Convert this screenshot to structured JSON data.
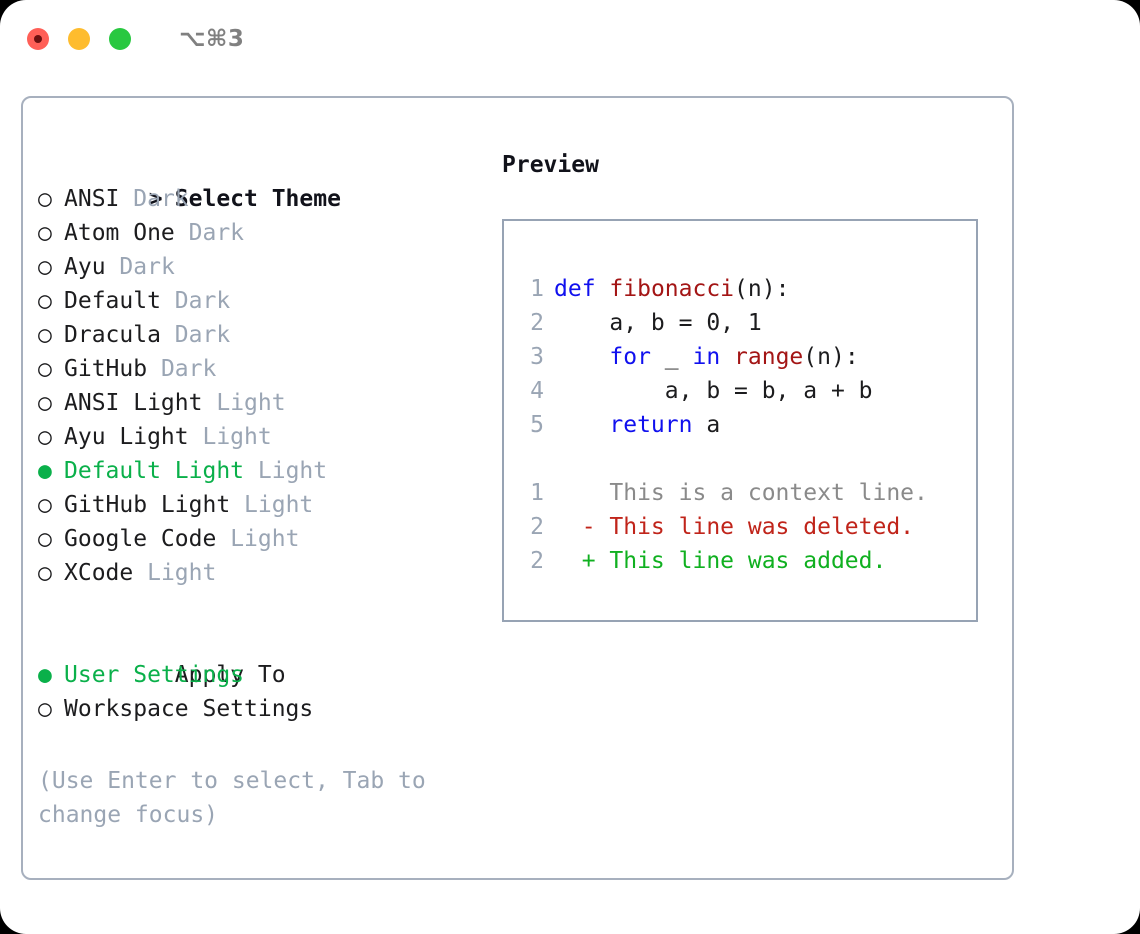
{
  "window": {
    "title": "⌥⌘3",
    "traffic_lights": [
      {
        "name": "close",
        "color": "#ff5f57"
      },
      {
        "name": "minimize",
        "color": "#febc2e"
      },
      {
        "name": "maximize",
        "color": "#28c840"
      }
    ]
  },
  "theme_picker": {
    "header_marker": ">",
    "header": "Select Theme",
    "items": [
      {
        "marker": "○",
        "name": "ANSI",
        "variant": "Dark",
        "selected": false
      },
      {
        "marker": "○",
        "name": "Atom One",
        "variant": "Dark",
        "selected": false
      },
      {
        "marker": "○",
        "name": "Ayu",
        "variant": "Dark",
        "selected": false
      },
      {
        "marker": "○",
        "name": "Default",
        "variant": "Dark",
        "selected": false
      },
      {
        "marker": "○",
        "name": "Dracula",
        "variant": "Dark",
        "selected": false
      },
      {
        "marker": "○",
        "name": "GitHub",
        "variant": "Dark",
        "selected": false
      },
      {
        "marker": "○",
        "name": "ANSI Light",
        "variant": "Light",
        "selected": false
      },
      {
        "marker": "○",
        "name": "Ayu Light",
        "variant": "Light",
        "selected": false
      },
      {
        "marker": "●",
        "name": "Default Light",
        "variant": "Light",
        "selected": true
      },
      {
        "marker": "○",
        "name": "GitHub Light",
        "variant": "Light",
        "selected": false
      },
      {
        "marker": "○",
        "name": "Google Code",
        "variant": "Light",
        "selected": false
      },
      {
        "marker": "○",
        "name": "XCode",
        "variant": "Light",
        "selected": false
      }
    ]
  },
  "apply_to": {
    "header": "Apply To",
    "items": [
      {
        "marker": "●",
        "label": "User Settings",
        "selected": true
      },
      {
        "marker": "○",
        "label": "Workspace Settings",
        "selected": false
      }
    ]
  },
  "hint": "(Use Enter to select, Tab to change focus)",
  "preview": {
    "title": "Preview",
    "code_lines": [
      {
        "num": "1",
        "indent": "",
        "tokens": [
          {
            "t": "def",
            "c": "kw"
          },
          {
            "t": " ",
            "c": "plain"
          },
          {
            "t": "fibonacci",
            "c": "fn"
          },
          {
            "t": "(n):",
            "c": "plain"
          }
        ]
      },
      {
        "num": "2",
        "indent": "    ",
        "tokens": [
          {
            "t": "a, b = 0, 1",
            "c": "plain"
          }
        ]
      },
      {
        "num": "3",
        "indent": "    ",
        "tokens": [
          {
            "t": "for",
            "c": "kw"
          },
          {
            "t": " _ ",
            "c": "plain"
          },
          {
            "t": "in",
            "c": "kw"
          },
          {
            "t": " ",
            "c": "plain"
          },
          {
            "t": "range",
            "c": "fn"
          },
          {
            "t": "(n):",
            "c": "plain"
          }
        ]
      },
      {
        "num": "4",
        "indent": "        ",
        "tokens": [
          {
            "t": "a, b = b, a + b",
            "c": "plain"
          }
        ]
      },
      {
        "num": "5",
        "indent": "    ",
        "tokens": [
          {
            "t": "return",
            "c": "kw"
          },
          {
            "t": " a",
            "c": "plain"
          }
        ]
      }
    ],
    "diff_lines": [
      {
        "num": "1",
        "sign": " ",
        "text": "This is a context line.",
        "kind": "diff-ctx"
      },
      {
        "num": "2",
        "sign": "-",
        "text": "This line was deleted.",
        "kind": "diff-del"
      },
      {
        "num": "2",
        "sign": "+",
        "text": "This line was added.",
        "kind": "diff-add"
      }
    ]
  },
  "colors": {
    "accent_green": "#0ab04a",
    "dim_text": "#9aa5b4",
    "keyword_blue": "#1010ee",
    "function_red": "#a31515",
    "diff_added": "#10b020",
    "diff_deleted": "#c0241a",
    "panel_border": "#a7b0be"
  }
}
